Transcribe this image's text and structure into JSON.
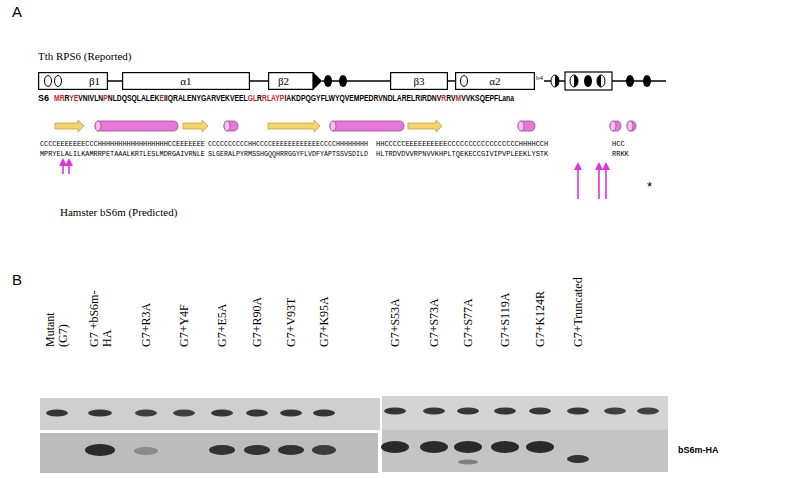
{
  "diagram": {
    "nodes": [
      {
        "text": [
          "β1"
        ]
      },
      {
        "text": [
          "α1"
        ]
      },
      {
        "text": [
          "β2"
        ]
      },
      {
        "text": [
          "β3"
        ]
      },
      {
        "text": [
          "α2"
        ]
      }
    ],
    "edges": [
      {
        "from": 0,
        "to": 1,
        "arrow": "none"
      },
      {
        "from": 1,
        "to": 2,
        "arrow": "none"
      },
      {
        "from": 2,
        "to": 3,
        "arrow": "none"
      },
      {
        "from": 3,
        "to": 4,
        "arrow": "none"
      }
    ],
    "labels": [
      "A",
      "Tth RPS6 (Reported)",
      "b4",
      "S6",
      "MRRYEVNIVLNPNLDQSQLALEKEIIQRALENYGARVEKVEELGLRRLAYPIAKDPQGYFLWYQVEMPEDRVNDLARELRIRDNVRRVMVVKSQEPFLana",
      "CCCCEEEEEEECCCHHHHHHHHHHHHHHHHHCCEEEEEEE",
      "CCCCCCCCCCHHCCCCEEEEEEEEEEEECCCCHHHHHHHH",
      "HHCCCCCEEEEEEEEEECCCCCCCCCCCCCCCCCHHHHCCH",
      "HCC",
      "MPRYELALILKAMRRPETAAALKRTLESLMDRGAIVRNLE",
      "SLGERALPYRMSSHGQQHRRGGYFLVDFYAPTSSVSDILD",
      "HLTRDVDVVRPNVVKHPLTQEKECCGIVIPVPLEEKLYSTK",
      "RRKK",
      "*",
      "Hamster bS6m (Predicted)",
      "B",
      "Mutant (G7)",
      "G7 +bS6m-HA",
      "G7+R3A",
      "G7+Y4F",
      "G7+E5A",
      "G7+R90A",
      "G7+V93T",
      "G7+K95A",
      "G7+S53A",
      "G7+S73A",
      "G7+S77A",
      "G7+S119A",
      "G7+K124R",
      "G7+Truncated",
      "bS6m-HA"
    ]
  }
}
